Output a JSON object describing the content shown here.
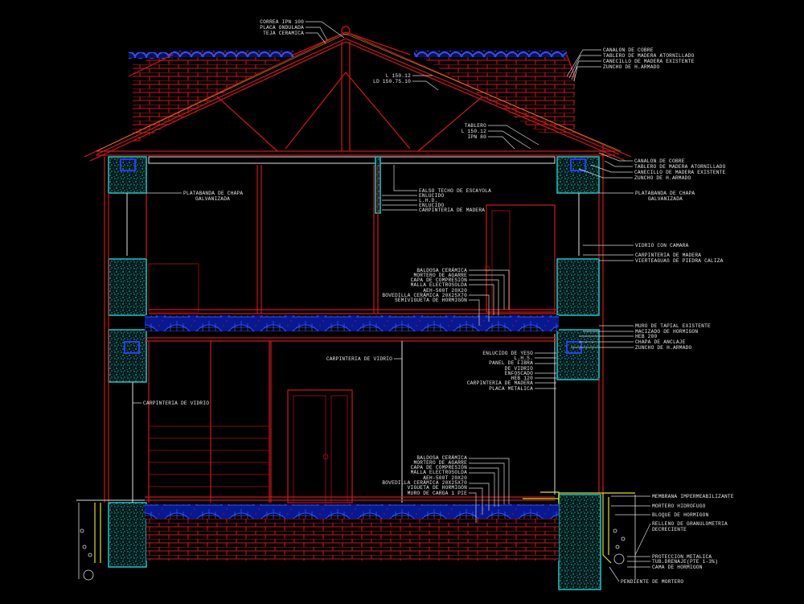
{
  "drawing": {
    "roof_top": [
      "CORREA IPN 100",
      "PLACA ONDULADA",
      "TEJA CERAMICA"
    ],
    "truss": [
      "L 150.12",
      "LD 150.75.10"
    ],
    "roof_right_top": [
      "CANALON DE COBRE",
      "TABLERO DE MADERA ATORNILLADO",
      "CANECILLO DE MADERA EXISTENTE",
      "ZUNCHO DE H.ARMADO"
    ],
    "purlins": [
      "TABLERO",
      "L 150.12",
      "IPN 80"
    ],
    "eave_right": [
      "CANALON DE COBRE",
      "TABLERO DE MADERA ATORNILLADO",
      "CANECILLO DE MADERA EXISTENTE",
      "ZUNCHO DE H.ARMADO"
    ],
    "platabanda_right": [
      "PLATABANDA DE CHAPA",
      "GALVANIZADA"
    ],
    "platabanda_left": [
      "PLATABANDA DE CHAPA",
      "GALVANIZADA"
    ],
    "partition": [
      "FALSO TECHO DE ESCAYOLA",
      "ENLUCIDO",
      "L.H.D.",
      "ENLUCIDO",
      "CARPINTERIA DE MADERA"
    ],
    "window_right": [
      "VIDRIO CON CAMARA",
      "CARPINTERIA DE MADERA",
      "VIERTEAGUAS DE PIEDRA CALIZA"
    ],
    "upper_floor": [
      "BALDOSA  CERÁMICA",
      "MORTERO DE AGARRE",
      "CAPA DE COMPRESIÓN",
      "MALLA ELECTROSOLDA",
      "AEH-500T 20X20",
      "BOVEDILLA CERÁMICA 20X25X70",
      "SEMIVIGUETA DE HORMIGÓN"
    ],
    "wall_right": [
      "MURO DE TAPIAL EXISTENTE",
      "MACIZADO DE HORMIGON",
      "HEB 200",
      "CHAPA DE ANCLAJE",
      "ZUNCHO DE H.ARMADO"
    ],
    "glass_center": "CARPINTERIA DE VIDRIO",
    "glass_left": "CARPINTERIA DE VIDRIO",
    "inner_wall": [
      "ENLUCIDO DE YESO",
      "L.H.S.",
      "PANEL DE FIBRA",
      "DE VIDRIO",
      "ENFOSCADO",
      "HEB 120",
      "CARPINTERIA DE MADERA",
      "PLACA METALICA"
    ],
    "ground_floor": [
      "BALDOSA  CERÁMICA",
      "MORTERO DE AGARRE",
      "CAPA DE COMPRESIÓN",
      "MALLA ELECTROSOLDA",
      "AEH-500T 20X20",
      "BOVEDILLA CERÁMICA 20X25X70",
      "VIGUETA DE HORMIGÓN",
      "MURO DE CARGA 1 PIE"
    ],
    "foundation": [
      "MEMBRANA IMPERMEABILIZANTE",
      "MORTERO HIDROFUGO",
      "BLOQUE DE HORMIGON",
      "RELLENO DE GRANULOMETRIA",
      "DECRECIENTE",
      "PROTECCION METALICA",
      "TUB.DRENAJE(PTE 1-3%)",
      "CAMA DE HORMIGON",
      "PENDIENTE DE MORTERO"
    ],
    "colors": {
      "background": "#000000",
      "line_red": "#d01818",
      "concrete": "#19c8c8",
      "slab": "#1020c0",
      "membrane": "#e0e020",
      "text": "#e8e8e8"
    }
  }
}
